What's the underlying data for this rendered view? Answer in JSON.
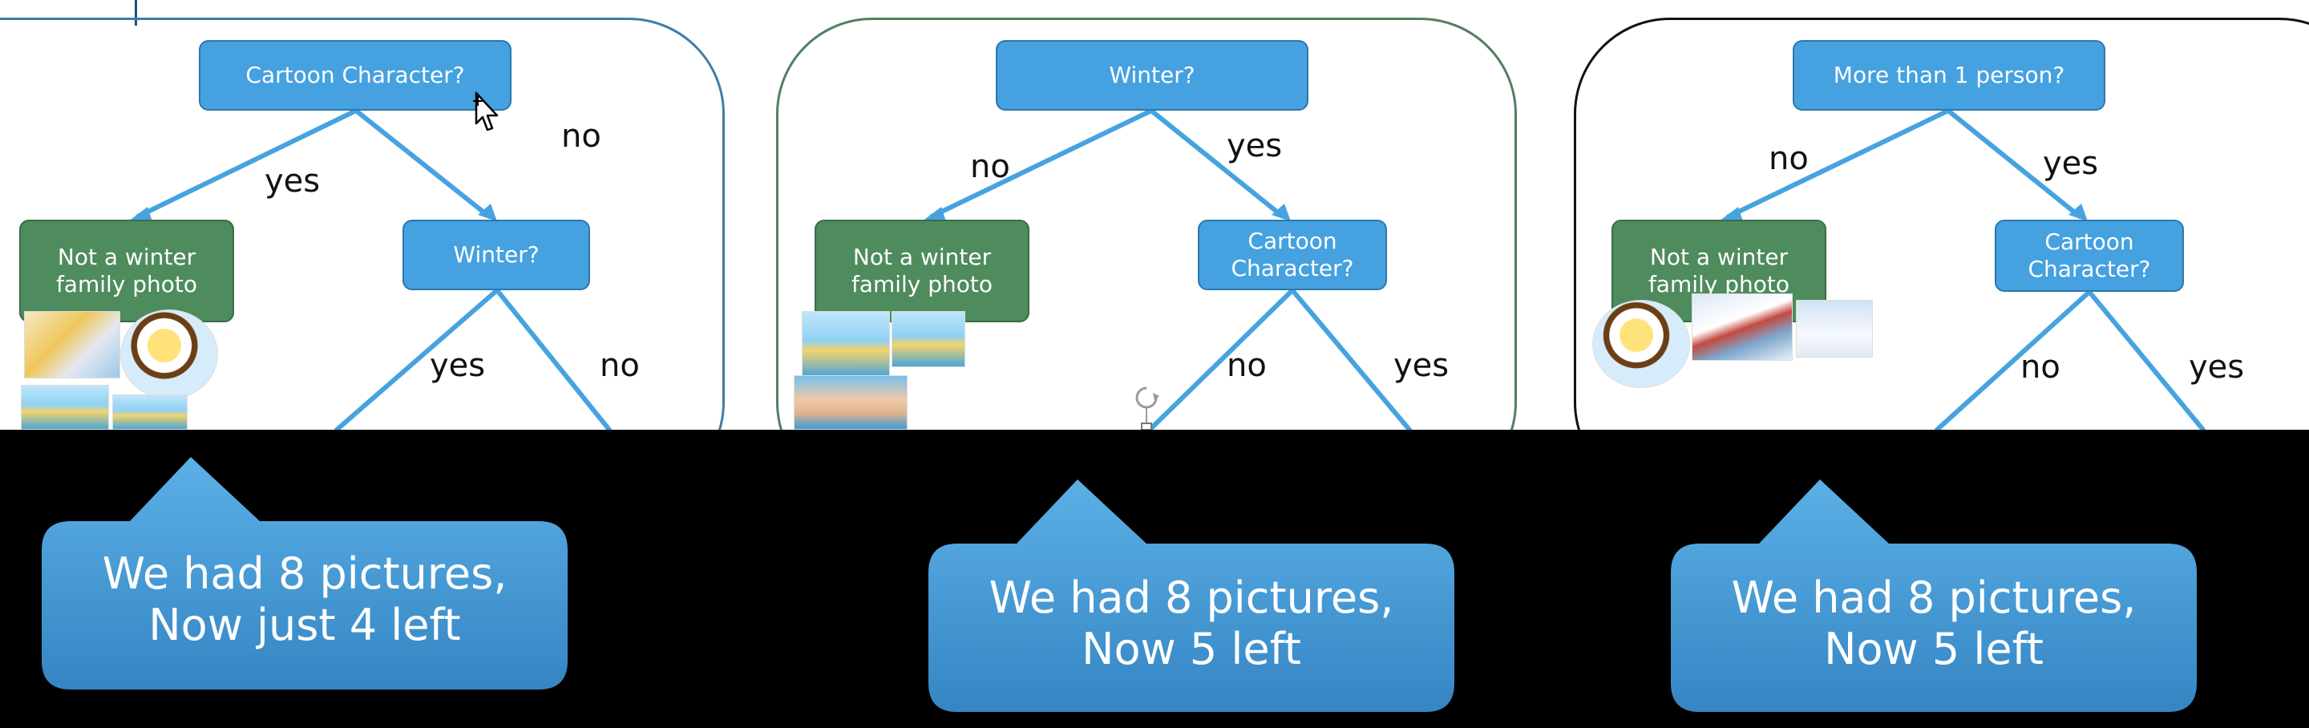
{
  "trees": [
    {
      "root": "Cartoon Character?",
      "root_yes_label": "yes",
      "root_no_label": "no",
      "leaf": "Not a winter family photo",
      "second": "Winter?",
      "second_yes_label": "yes",
      "second_no_label": "no"
    },
    {
      "root": "Winter?",
      "root_no_label": "no",
      "root_yes_label": "yes",
      "leaf": "Not a winter family photo",
      "second": "Cartoon Character?",
      "second_no_label": "no",
      "second_yes_label": "yes"
    },
    {
      "root": "More than 1 person?",
      "root_no_label": "no",
      "root_yes_label": "yes",
      "leaf": "Not a winter family photo",
      "second": "Cartoon Character?",
      "second_no_label": "no",
      "second_yes_label": "yes"
    }
  ],
  "callouts": [
    "We had 8 pictures,\nNow just 4 left",
    "We had 8 pictures,\nNow 5 left",
    "We had 8 pictures,\nNow 5 left"
  ],
  "colors": {
    "question_node": "#45a1df",
    "leaf_node": "#4e8b5d",
    "edge": "#46a3e0",
    "callout": "#4597d3",
    "background_lower": "#000000"
  },
  "icons": [
    "mouse-cursor-icon",
    "rotate-handle-icon"
  ]
}
